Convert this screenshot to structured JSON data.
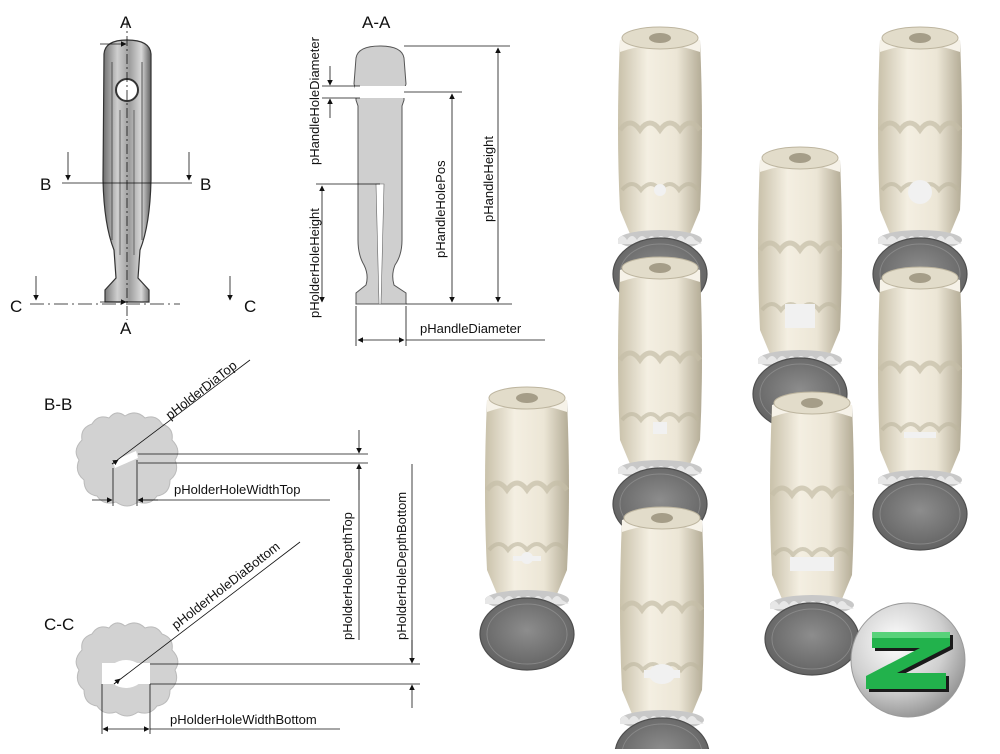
{
  "views": {
    "section_a": "A",
    "section_b": "B",
    "section_c": "C",
    "section_aa_title": "A-A",
    "section_bb_title": "B-B",
    "section_cc_title": "C-C"
  },
  "dimensions": {
    "handle_hole_diameter": "pHandleHoleDiameter",
    "handle_hole_pos": "pHandleHolePos",
    "handle_height": "pHandleHeight",
    "holder_hole_height": "pHolderHoleHeight",
    "handle_diameter": "pHandleDiameter",
    "holder_dia_top": "pHolderDiaTop",
    "holder_hole_width_top": "pHolderHoleWidthTop",
    "holder_hole_depth_top": "pHolderHoleDepthTop",
    "holder_hole_depth_bottom": "pHolderHoleDepthBottom",
    "holder_hole_dia_bottom": "pHolderHoleDiaBottom",
    "holder_hole_width_bottom": "pHolderHoleWidthBottom"
  },
  "renders": [
    {
      "hole": "round-small"
    },
    {
      "hole": "round-large"
    },
    {
      "hole": "square-large"
    },
    {
      "hole": "square-small"
    },
    {
      "hole": "slot-thin"
    },
    {
      "hole": "round-slotted"
    },
    {
      "hole": "rect-wide"
    },
    {
      "hole": "round-slotted-large"
    }
  ],
  "colors": {
    "handle_body": "#ece6d6",
    "handle_shadow": "#b8b09a",
    "end_cap": "#7b7b7b",
    "section_fill": "#cfcfcf",
    "logo_green": "#22b24c"
  }
}
